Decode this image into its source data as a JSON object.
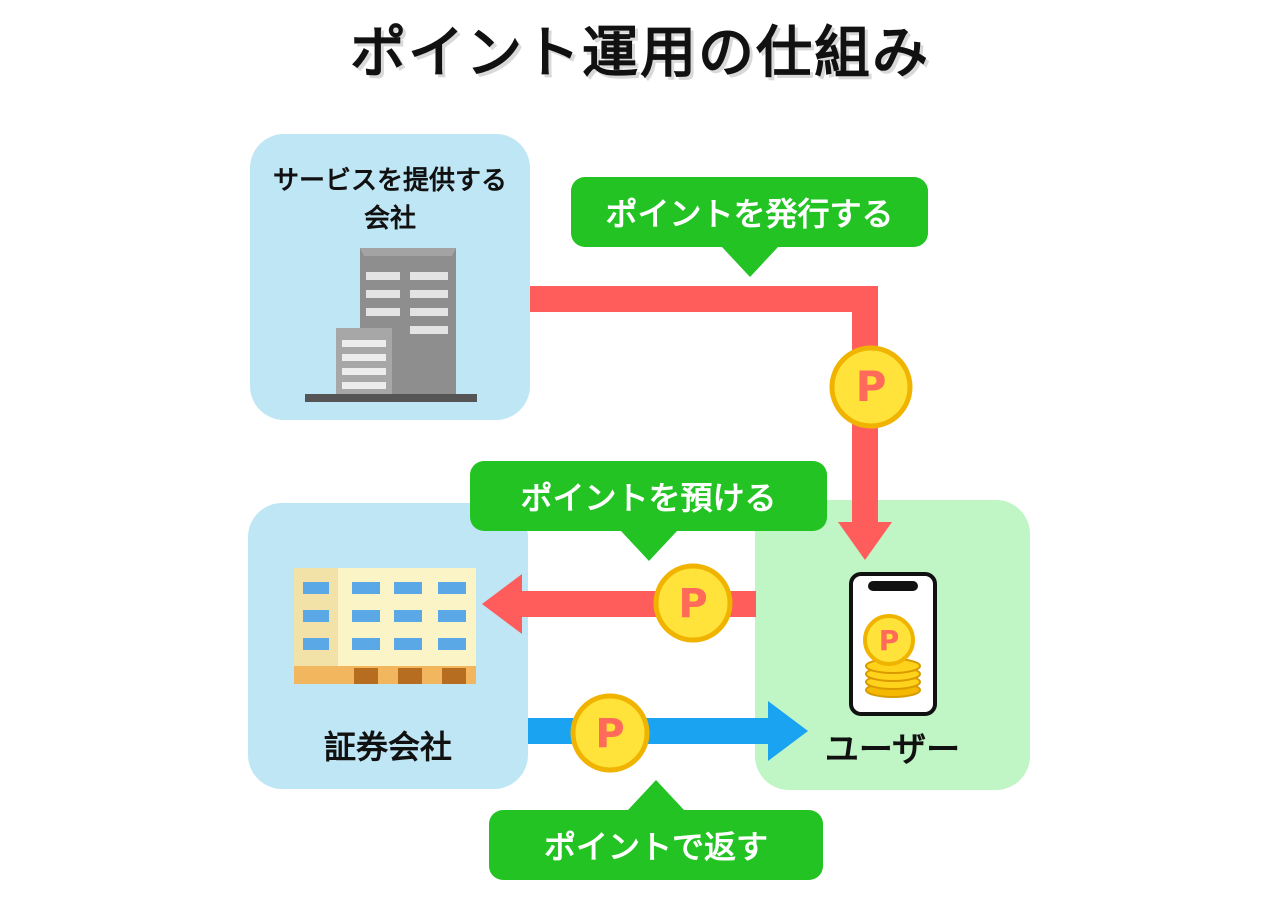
{
  "title": "ポイント運用の仕組み",
  "nodes": {
    "service_company": {
      "label_line1": "サービスを提供する",
      "label_line2": "会社",
      "icon": "office-building-icon"
    },
    "securities_company": {
      "label": "証券会社",
      "icon": "securities-building-icon"
    },
    "user": {
      "label": "ユーザー",
      "icon": "smartphone-coins-icon"
    }
  },
  "flows": {
    "issue": {
      "label": "ポイントを発行する",
      "color": "#ff5c5c"
    },
    "deposit": {
      "label": "ポイントを預ける",
      "color": "#ff5c5c"
    },
    "return": {
      "label": "ポイントで返す",
      "color": "#1aa3f0"
    }
  },
  "coin_symbol": "P",
  "colors": {
    "panel_blue": "#bfe6f5",
    "panel_green": "#c0f5c5",
    "bubble_green": "#22c323",
    "coin_fill": "#ffe23a",
    "coin_text": "#ff6a5a"
  }
}
